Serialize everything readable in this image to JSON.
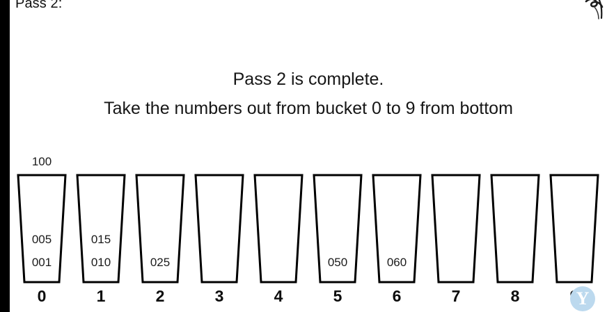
{
  "slide": {
    "header": "Pass 2:",
    "line1": "Pass 2 is complete.",
    "line2": "Take the numbers out from bucket 0 to 9 from bottom",
    "background_color": "#ffffff",
    "text_color": "#161616",
    "band_color": "#000000"
  },
  "annotation": {
    "name": "handwritten-scribble",
    "color": "#1b1b1b"
  },
  "buckets": {
    "outgoing": {
      "bucket_index": 0,
      "value": "100"
    },
    "items": [
      {
        "label": "0",
        "values": [
          "005",
          "001"
        ]
      },
      {
        "label": "1",
        "values": [
          "015",
          "010"
        ]
      },
      {
        "label": "2",
        "values": [
          "025"
        ]
      },
      {
        "label": "3",
        "values": []
      },
      {
        "label": "4",
        "values": []
      },
      {
        "label": "5",
        "values": [
          "050"
        ]
      },
      {
        "label": "6",
        "values": [
          "060"
        ]
      },
      {
        "label": "7",
        "values": []
      },
      {
        "label": "8",
        "values": []
      },
      {
        "label": "9",
        "values": []
      }
    ],
    "outline_color": "#000000",
    "fill_color": "#ffffff"
  },
  "watermark": {
    "glyph": "Y",
    "circle_color": "#bcd9ee",
    "glyph_color": "#ffffff"
  }
}
